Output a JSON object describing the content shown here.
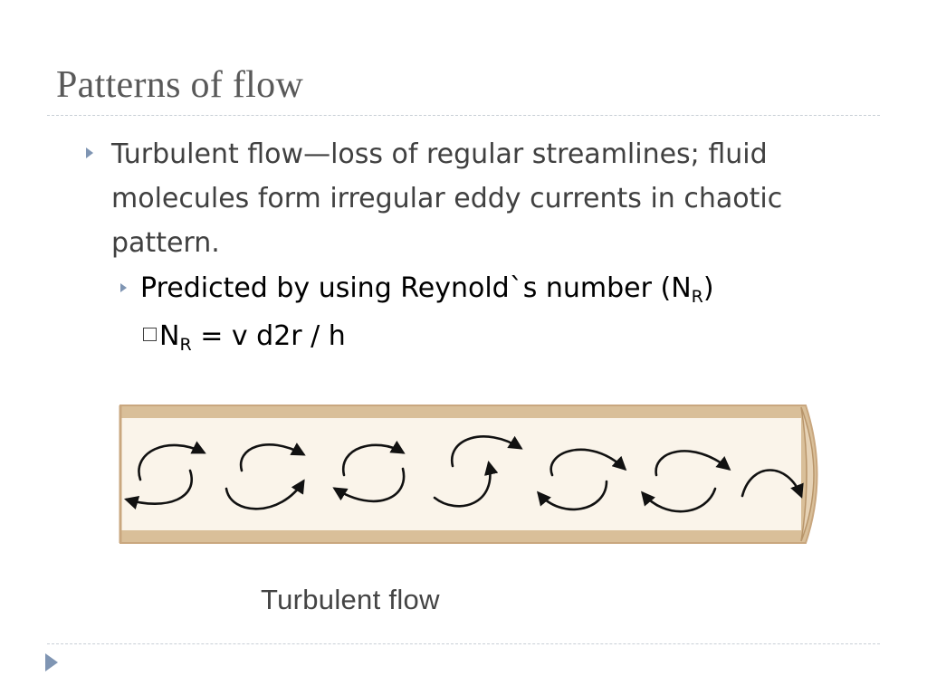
{
  "slide": {
    "title": "Patterns of flow",
    "bullet1": {
      "text": "Turbulent flow—loss of regular streamlines; fluid molecules form irregular eddy currents in chaotic pattern."
    },
    "bullet2": {
      "text_before": "Predicted by using Reynold`s number (N",
      "subscript": "R",
      "text_after": ")"
    },
    "bullet3": {
      "text_before": "N",
      "subscript": "R",
      "text_after": " = v d2r / h"
    },
    "figure": {
      "caption": "Turbulent flow",
      "pipe_color": "#e6d2b5",
      "pipe_edge_color": "#c9a77f",
      "arrow_color": "#111111"
    },
    "colors": {
      "bullet_accent": "#7f95b3"
    }
  }
}
